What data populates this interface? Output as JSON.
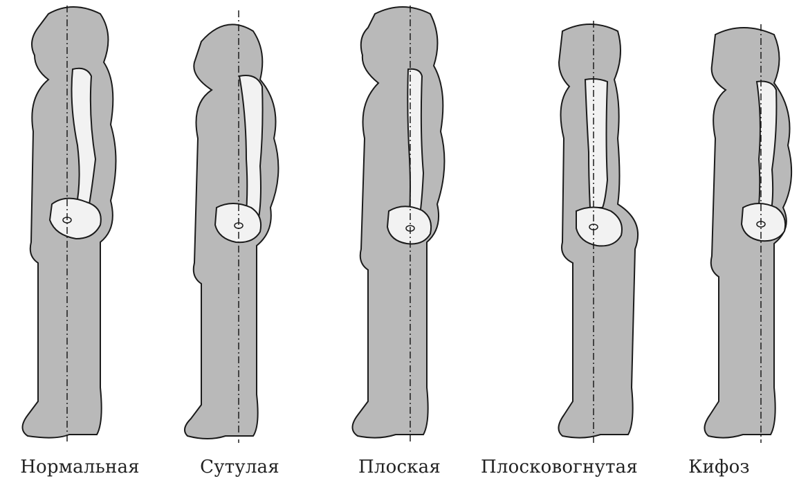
{
  "colors": {
    "body_fill": "#b9b9b9",
    "outline": "#1a1a1a",
    "spine_fill": "#f2f2f2",
    "text": "#222222"
  },
  "postures": [
    {
      "label": "Нормальная",
      "icon": "posture-normal-silhouette"
    },
    {
      "label": "Сутулая",
      "icon": "posture-stooped-silhouette"
    },
    {
      "label": "Плоская",
      "icon": "posture-flat-silhouette"
    },
    {
      "label": "Плосковогнутая",
      "icon": "posture-flat-concave-silhouette"
    },
    {
      "label": "Кифоз",
      "icon": "posture-kyphosis-silhouette"
    }
  ]
}
